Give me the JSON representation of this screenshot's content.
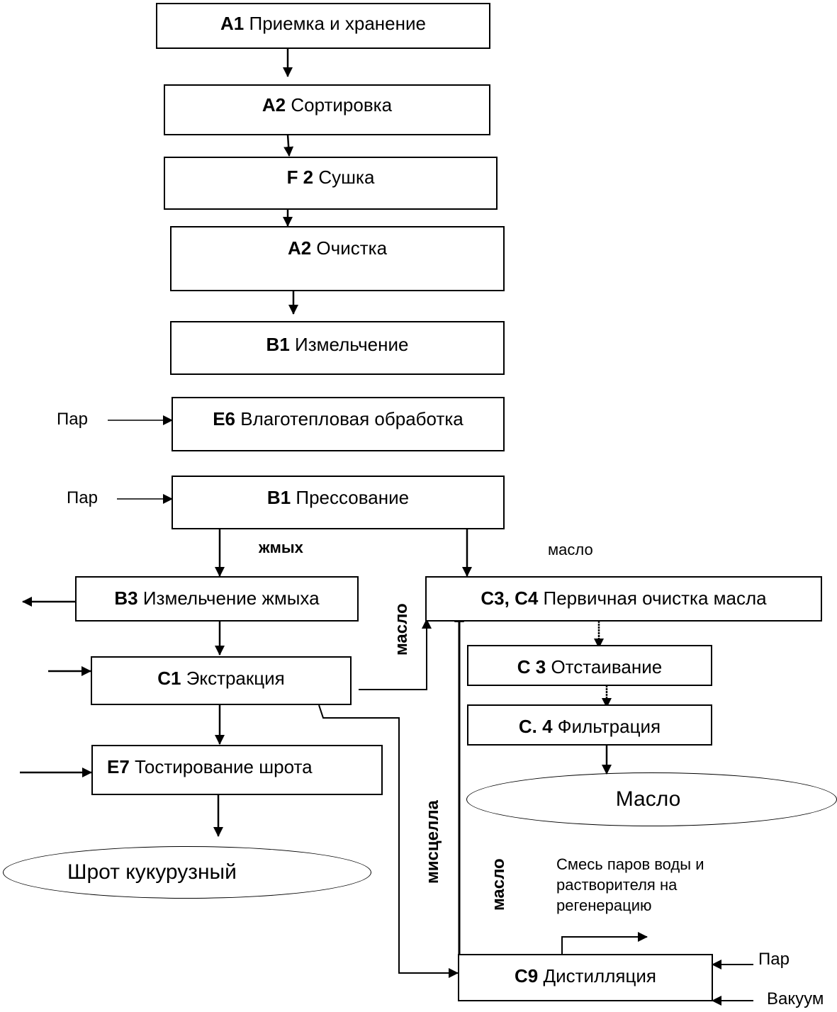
{
  "diagram": {
    "nodes": {
      "a1": {
        "code": "А1",
        "name": " Приемка и хранение"
      },
      "a2_sort": {
        "code": "А2",
        "name": " Сортировка"
      },
      "f2": {
        "code": "F 2",
        "name": " Сушка"
      },
      "a2_clean": {
        "code": "А2",
        "name": " Очистка"
      },
      "b1_grind": {
        "code": "В1",
        "name": " Измельчение"
      },
      "e6": {
        "code": "Е6",
        "name": " Влаготепловая обработка"
      },
      "b1_press": {
        "code": "В1",
        "name": " Прессование"
      },
      "b3": {
        "code": "В3",
        "name": " Измельчение жмыха"
      },
      "c1": {
        "code": "С1",
        "name": "  Экстракция"
      },
      "e7": {
        "code": "Е7",
        "name": " Тостирование шрота"
      },
      "c3c4": {
        "code": "С3, С4",
        "name": " Первичная очистка масла"
      },
      "c3": {
        "code": "С 3",
        "name": " Отстаивание"
      },
      "c4": {
        "code": "С. 4",
        "name": " Фильтрация"
      },
      "c9": {
        "code": "С9",
        "name": " Дистилляция"
      }
    },
    "outputs": {
      "oil": "Масло",
      "meal": "Шрот кукурузный"
    },
    "labels": {
      "steam_e6": "Пар",
      "steam_press": "Пар",
      "cake": "жмых",
      "oil_top": "масло",
      "oil_vertical_c1": "масло",
      "miscella": "мисцелла",
      "oil_vertical_c9": "масло",
      "vapor_mix": "Смесь паров воды и растворителя на регенерацию",
      "steam_c9": "Пар",
      "vacuum": "Вакуум"
    }
  }
}
